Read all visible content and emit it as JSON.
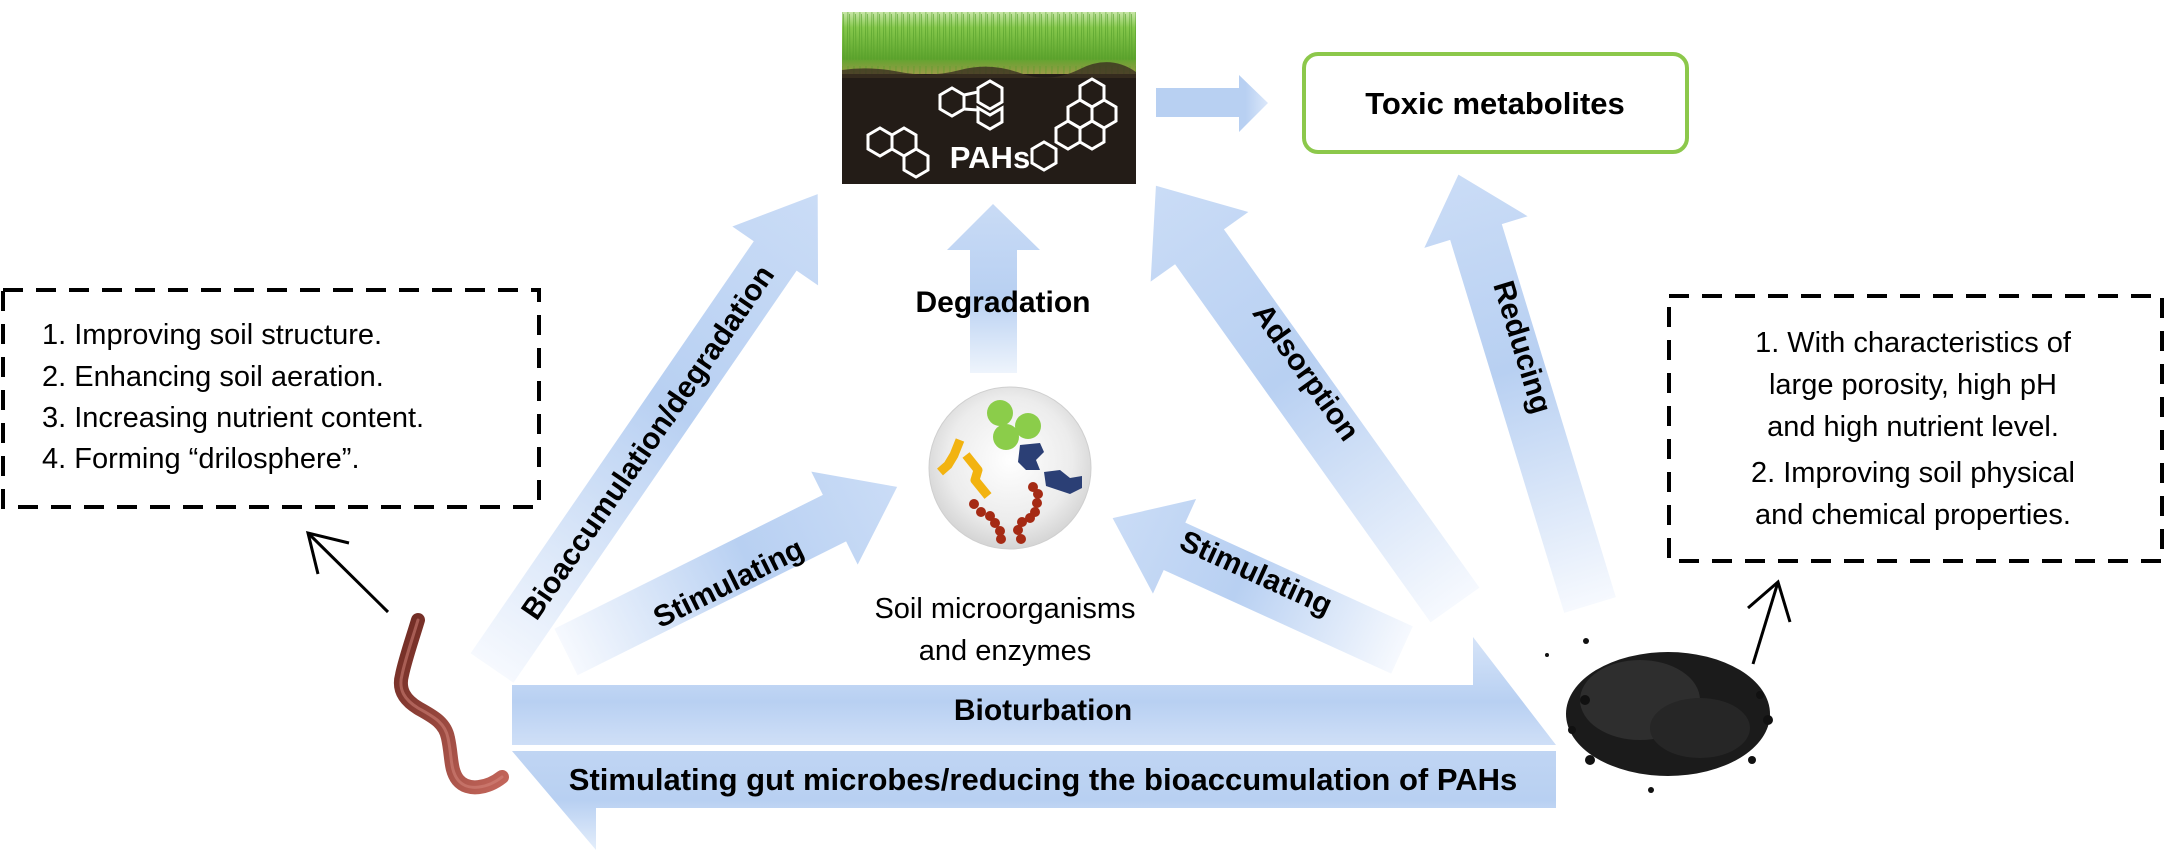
{
  "diagram": {
    "title": "Interactions of earthworms, biochar and soil microorganisms on PAHs",
    "nodes": {
      "pahs": {
        "label": "PAHs",
        "image": "grass-soil-with-pah-molecules"
      },
      "toxic_metabolites": {
        "label": "Toxic metabolites",
        "border_color": "#8cc84b"
      },
      "microorganisms": {
        "label_line1": "Soil microorganisms",
        "label_line2": "and enzymes"
      },
      "earthworm": {
        "image": "earthworm"
      },
      "biochar": {
        "image": "biochar-granules"
      }
    },
    "earthworm_box": {
      "items": [
        "1. Improving soil structure.",
        "2. Enhancing soil aeration.",
        "3. Increasing nutrient content.",
        "4. Forming “drilosphere”."
      ]
    },
    "biochar_box": {
      "lines": [
        "1. With characteristics of",
        "large porosity, high pH",
        "and high nutrient level.",
        "2. Improving soil physical",
        "and chemical properties."
      ]
    },
    "arrows": {
      "pahs_to_toxic": {
        "from": "PAHs",
        "to": "Toxic metabolites",
        "label": ""
      },
      "degradation": {
        "from": "Soil microorganisms and enzymes",
        "to": "PAHs",
        "label": "Degradation"
      },
      "bioaccumulation": {
        "from": "Earthworm",
        "to": "PAHs",
        "label": "Bioaccumulation/degradation"
      },
      "stimulating_worm": {
        "from": "Earthworm",
        "to": "Soil microorganisms and enzymes",
        "label": "Stimulating"
      },
      "stimulating_biochar": {
        "from": "Biochar",
        "to": "Soil microorganisms and enzymes",
        "label": "Stimulating"
      },
      "adsorption": {
        "from": "Biochar",
        "to": "PAHs",
        "label": "Adsorption"
      },
      "reducing": {
        "from": "Biochar",
        "to": "Toxic metabolites",
        "label": "Reducing"
      },
      "bioturbation": {
        "from": "Earthworm",
        "to": "Biochar",
        "label": "Bioturbation"
      },
      "gut_microbes": {
        "from": "Biochar",
        "to": "Earthworm",
        "label": "Stimulating gut microbes/reducing the bioaccumulation of PAHs"
      }
    },
    "colors": {
      "arrow_fill": "#b7cff2",
      "arrow_fade": "#f3f7fd",
      "dashed_border": "#000000",
      "soil": "#231c17",
      "grass": "#7dc24a"
    }
  }
}
